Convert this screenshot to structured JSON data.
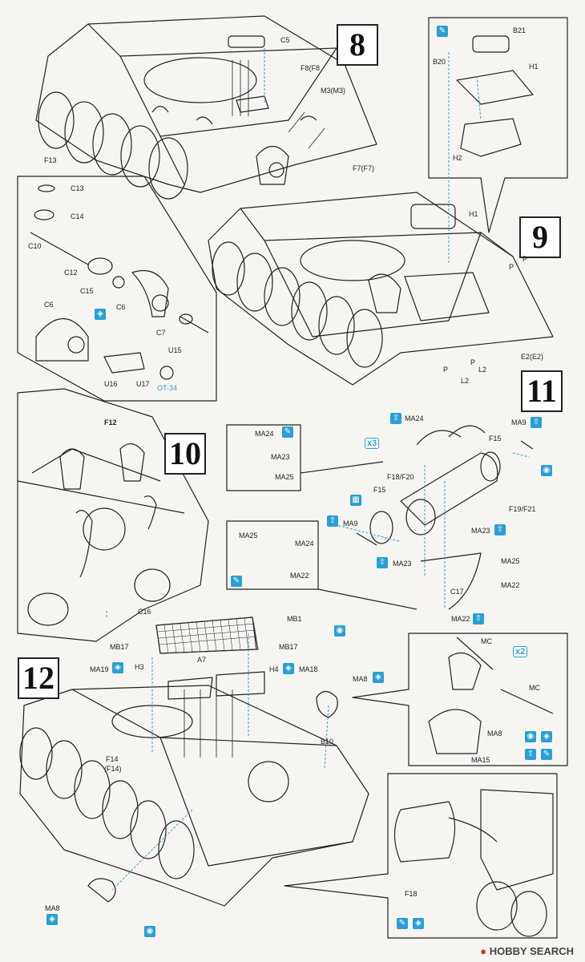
{
  "steps": {
    "s8": "8",
    "s9": "9",
    "s10": "10",
    "s11": "11",
    "s12": "12"
  },
  "step8": {
    "parts": [
      "C5",
      "F8(F8",
      "M3(M3)",
      "F13",
      "F7(F7)"
    ],
    "inset": [
      "C13",
      "C14",
      "C10",
      "C12",
      "C15",
      "C6",
      "C6",
      "C7",
      "U15",
      "U16",
      "U17"
    ],
    "inset_note": "OT-34"
  },
  "step9": {
    "inset": [
      "B21",
      "B20",
      "H1",
      "H2"
    ],
    "parts": [
      "H1",
      "P",
      "P",
      "E2(E2)",
      "P",
      "L2",
      "L2",
      "P"
    ]
  },
  "step10": {
    "parts": [
      "F12",
      "C16"
    ]
  },
  "step11": {
    "parts": [
      "MA24",
      "MA9",
      "F15",
      "F18/F20",
      "F15",
      "F19/F21",
      "MA9",
      "MA23",
      "MA25",
      "MA23",
      "C17",
      "MA22",
      "MA22"
    ],
    "detail_a": [
      "MA24",
      "MA23",
      "MA25"
    ],
    "detail_b": [
      "MA25",
      "MA24",
      "MA22"
    ],
    "multiplier": "x3"
  },
  "step12": {
    "parts": [
      "MB1",
      "MB17",
      "MB17",
      "MA19",
      "H3",
      "A7",
      "H4",
      "MA18",
      "MA8",
      "F14",
      "(F14)",
      "B10",
      "MA8",
      "F18"
    ],
    "detail_mc": [
      "MC",
      "MC",
      "MA8",
      "MA15"
    ],
    "multiplier": "x2"
  },
  "watermark": {
    "brand": "HOBBY SEARCH",
    "dot": "●"
  },
  "colors": {
    "ink": "#222222",
    "accent": "#2a9fd6",
    "paper": "#f6f5f2"
  }
}
